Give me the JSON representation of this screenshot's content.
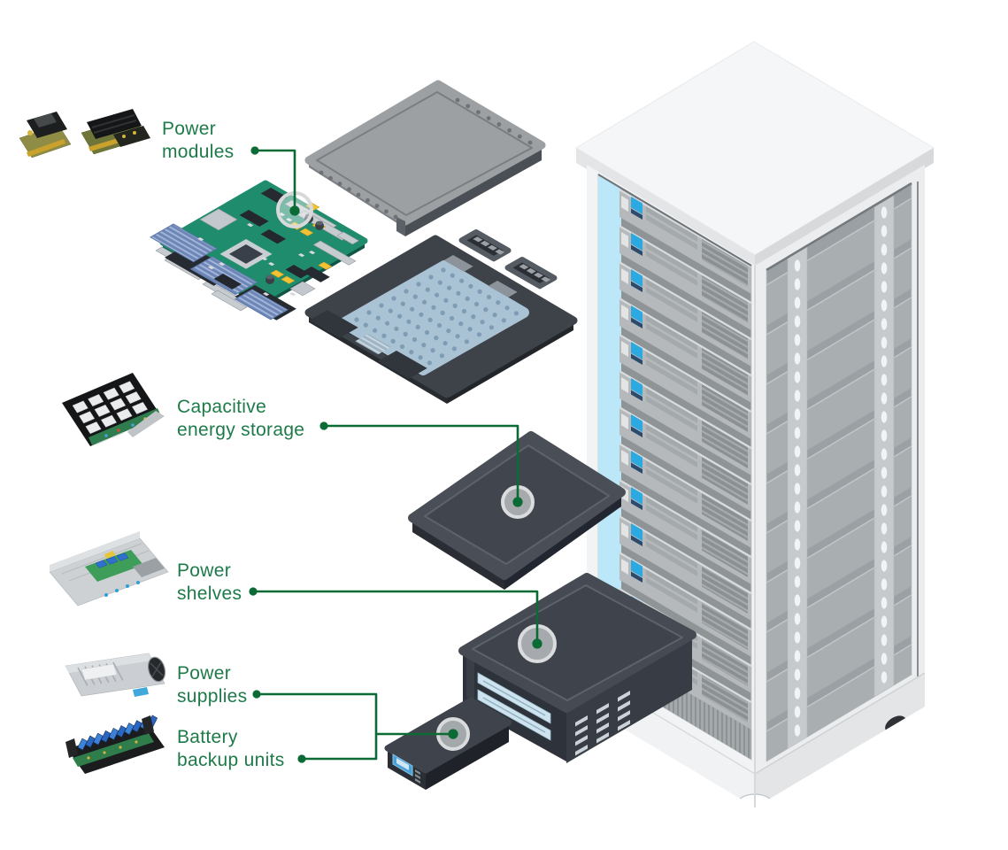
{
  "diagram": {
    "labels": {
      "power_modules": {
        "line1": "Power",
        "line2": "modules"
      },
      "capacitive_energy_storage": {
        "line1": "Capacitive",
        "line2": "energy storage"
      },
      "power_shelves": {
        "line1": "Power",
        "line2": "shelves"
      },
      "power_supplies": {
        "line1": "Power",
        "line2": "supplies"
      },
      "battery_backup_units": {
        "line1": "Battery",
        "line2": "backup units"
      }
    },
    "colors": {
      "label_text": "#1e7b49",
      "leader_line": "#0c6a35",
      "highlight_ring": "#d7d9da",
      "rack_white": "#f3f4f6",
      "rack_interior_blue": "#bce7f8",
      "server_led_blue": "#2ba9e0",
      "component_dark_gray": "#40454d",
      "pcb_green": "#1f8c6d",
      "background": "#ffffff"
    }
  }
}
